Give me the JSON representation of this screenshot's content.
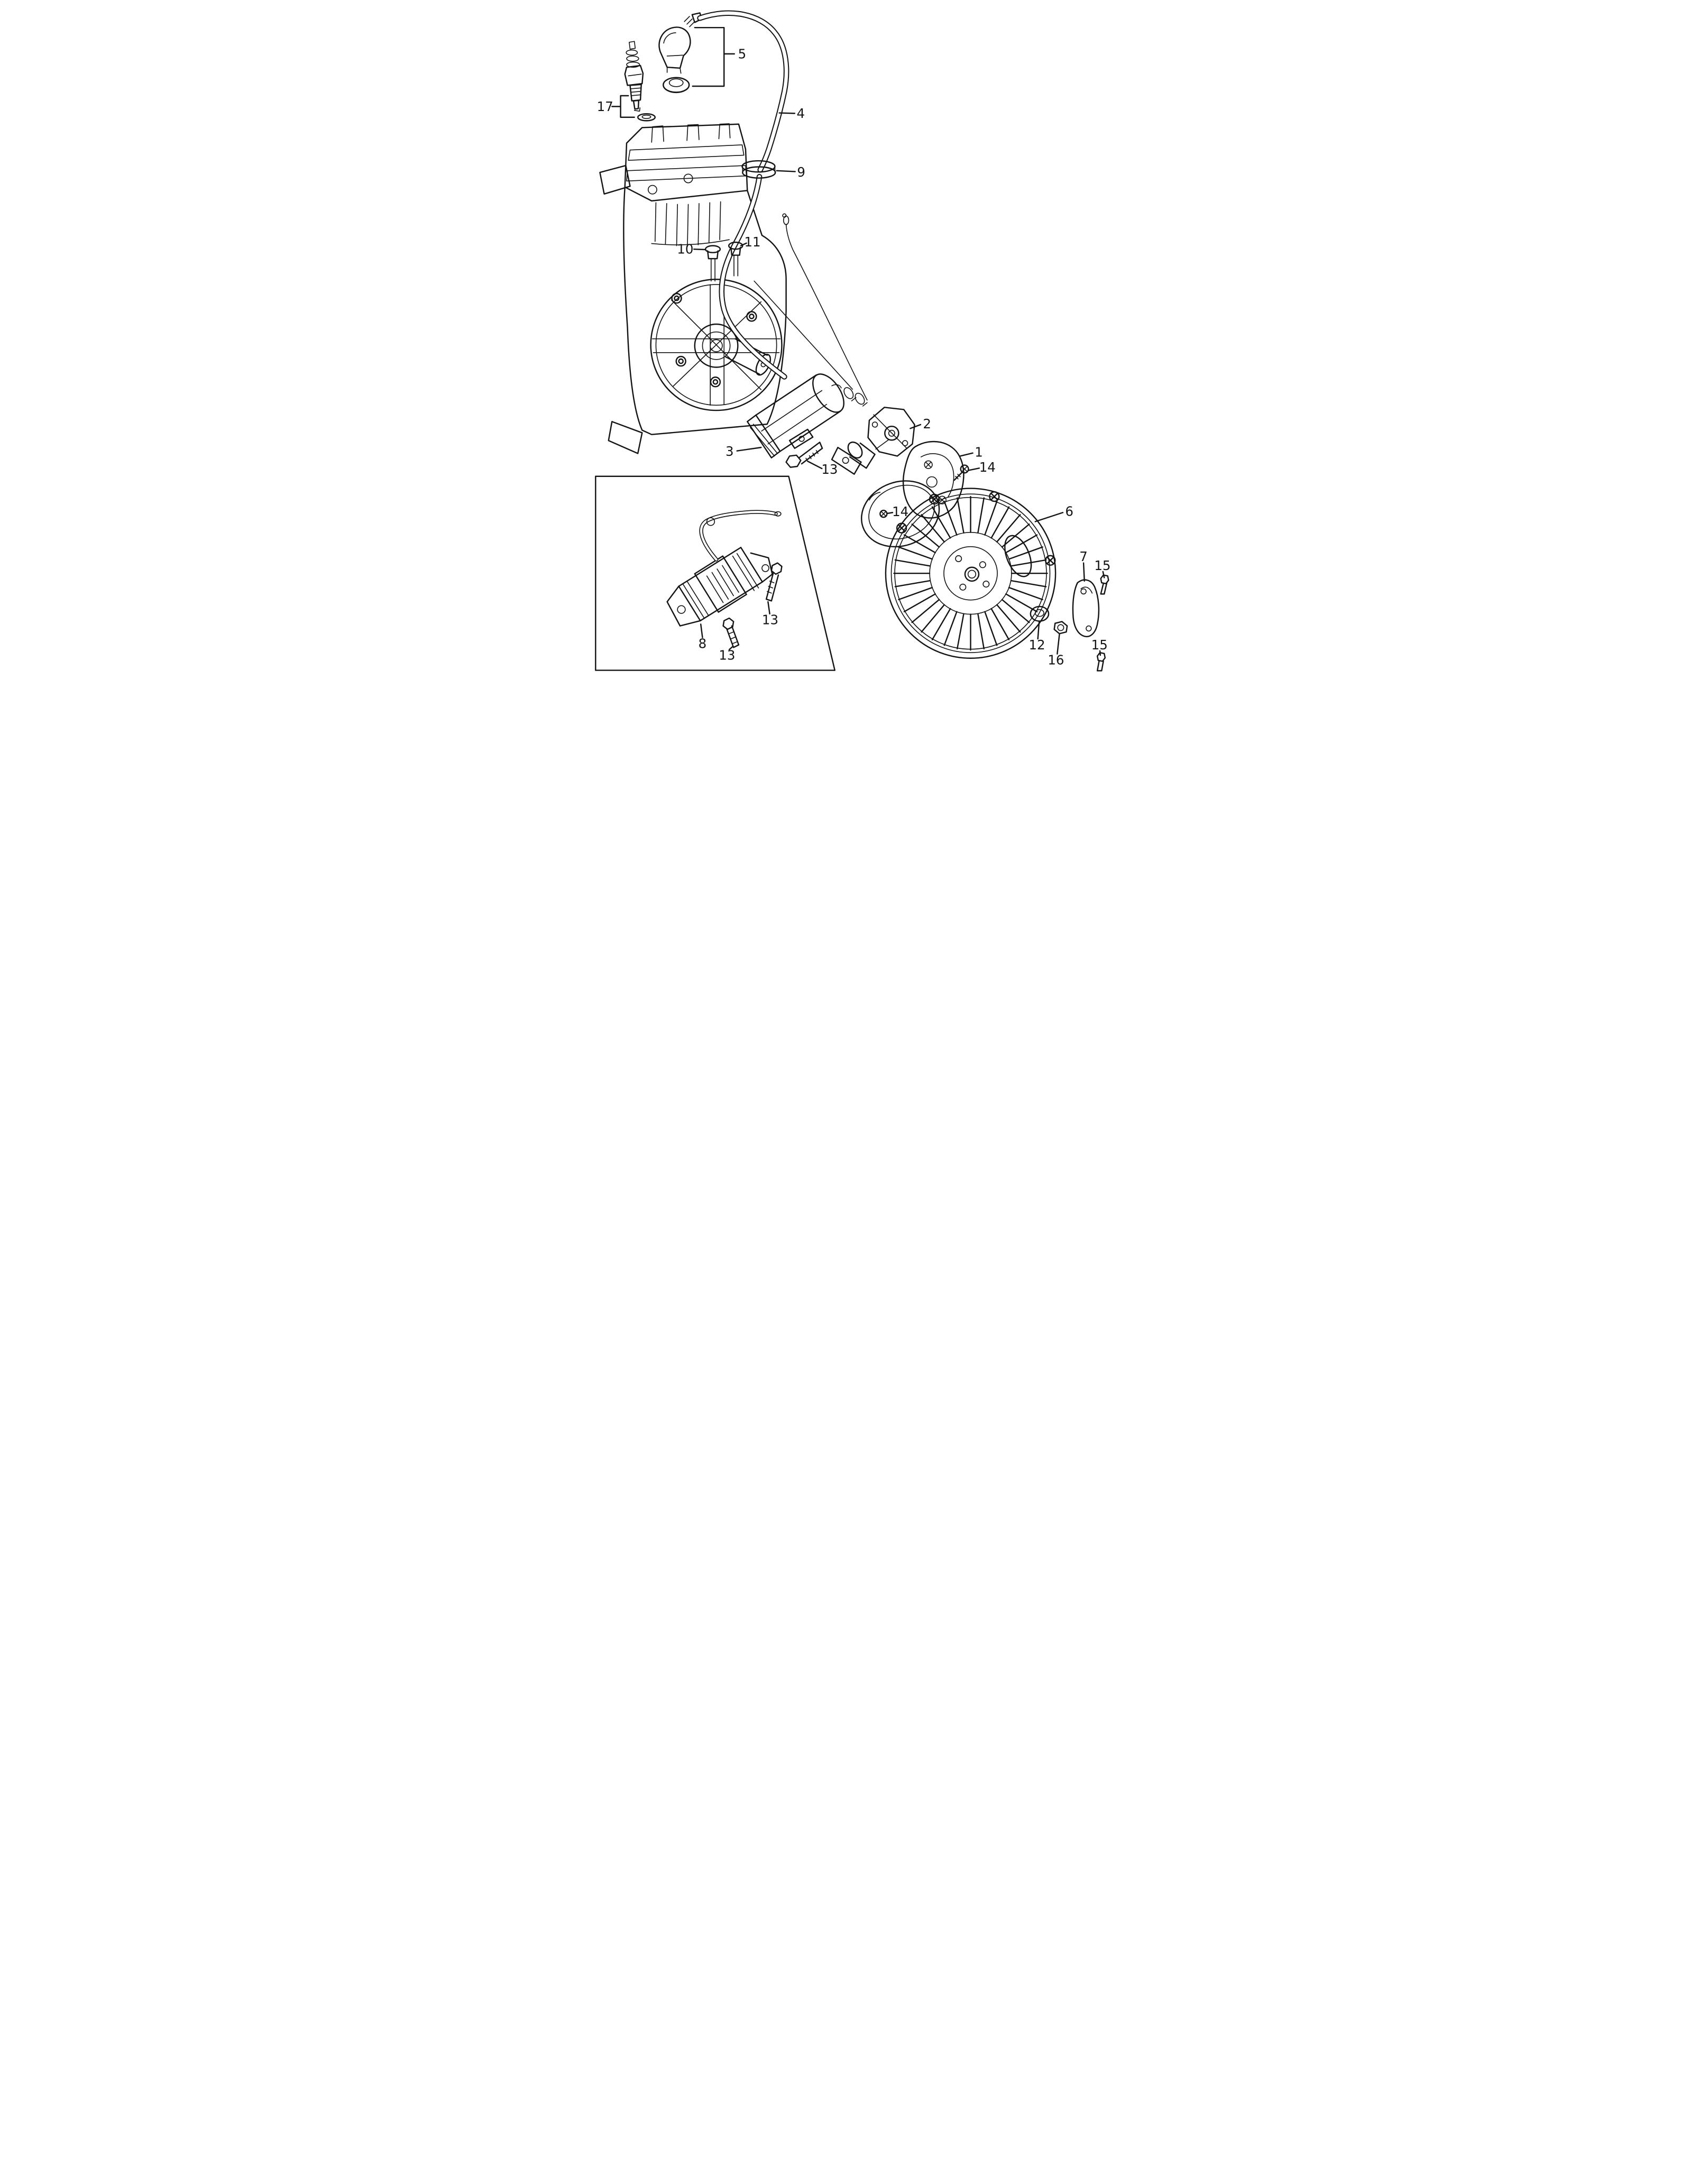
{
  "colors": {
    "background": "#ffffff",
    "ink": "#141414"
  },
  "callouts": [
    {
      "label": "5",
      "part": "spark-plug-cap"
    },
    {
      "label": "17",
      "part": "spark-plug"
    },
    {
      "label": "4",
      "part": "high-tension-cord"
    },
    {
      "label": "9",
      "part": "cord-grommet"
    },
    {
      "label": "10",
      "part": "wire-grommet-left"
    },
    {
      "label": "11",
      "part": "wire-grommet-right"
    },
    {
      "label": "3",
      "part": "ignition-coil"
    },
    {
      "label": "13",
      "part": "ignition-coil-bolt"
    },
    {
      "label": "2",
      "part": "contact-breaker"
    },
    {
      "label": "1",
      "part": "stator-base-plate"
    },
    {
      "label": "14",
      "part": "stator-screw"
    },
    {
      "label": "14",
      "part": "point-cover-screw"
    },
    {
      "label": "6",
      "part": "flywheel"
    },
    {
      "label": "7",
      "part": "side-cover-plate"
    },
    {
      "label": "15",
      "part": "cover-bolt-upper"
    },
    {
      "label": "12",
      "part": "washer"
    },
    {
      "label": "16",
      "part": "flywheel-nut"
    },
    {
      "label": "15",
      "part": "cover-bolt-lower"
    },
    {
      "label": "8",
      "part": "lighting-coil"
    },
    {
      "label": "13",
      "part": "lighting-coil-bolt-upper"
    },
    {
      "label": "13",
      "part": "lighting-coil-bolt-lower"
    }
  ]
}
